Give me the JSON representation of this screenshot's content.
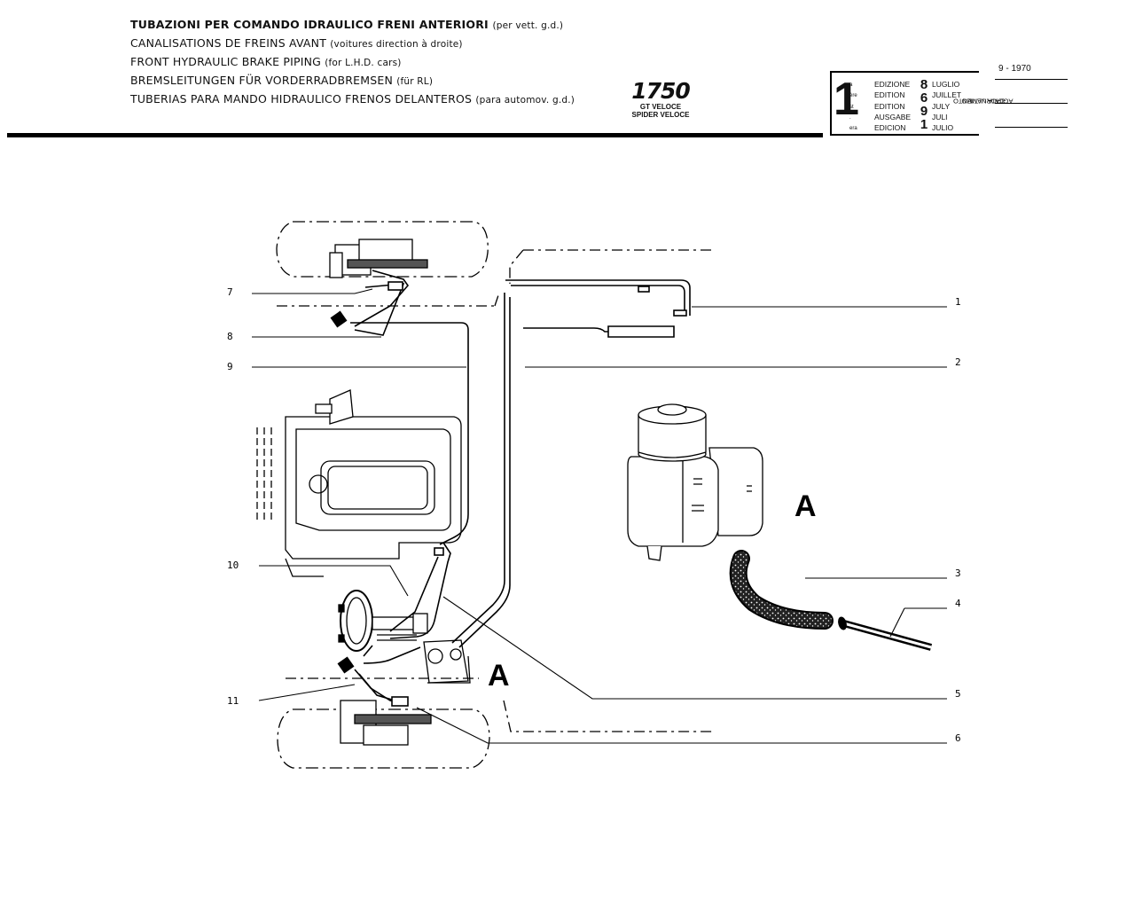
{
  "header": {
    "titles": [
      {
        "main": "TUBAZIONI PER COMANDO IDRAULICO FRENI ANTERIORI",
        "note": "(per vett. g.d.)"
      },
      {
        "main": "CANALISATIONS DE FREINS AVANT",
        "note": "(voitures direction à droite)"
      },
      {
        "main": "FRONT HYDRAULIC BRAKE PIPING",
        "note": "(for L.H.D. cars)"
      },
      {
        "main": "BREMSLEITUNGEN FÜR VORDERRADBREMSEN",
        "note": "(für RL)"
      },
      {
        "main": "TUBERIAS PARA MANDO HIDRAULICO FRENOS DELANTEROS",
        "note": "(para automov. g.d.)"
      }
    ],
    "model": "1750",
    "variants": [
      "GT VELOCE",
      "SPIDER VELOCE"
    ]
  },
  "edition": {
    "number": "1",
    "suffixes": [
      "a",
      "ère",
      "st",
      ".",
      "era"
    ],
    "labels": [
      "EDIZIONE",
      "EDITION",
      "EDITION",
      "AUSGABE",
      "EDICION"
    ],
    "year_digits": [
      "1",
      "9",
      "6",
      "8"
    ],
    "months": [
      "LUGLIO",
      "JUILLET",
      "JULY",
      "JULI",
      "JULIO"
    ],
    "update_label_1": "DATA ULTIMO",
    "update_label_2": "AGGIORNAMENTO",
    "update_date": "9 - 1970"
  },
  "diagram": {
    "callouts_right": [
      "1",
      "2",
      "3",
      "4",
      "5",
      "6"
    ],
    "callouts_left": [
      "7",
      "8",
      "9",
      "10",
      "11"
    ],
    "detail_label": "A",
    "colors": {
      "ink": "#000000",
      "paper": "#ffffff"
    }
  }
}
